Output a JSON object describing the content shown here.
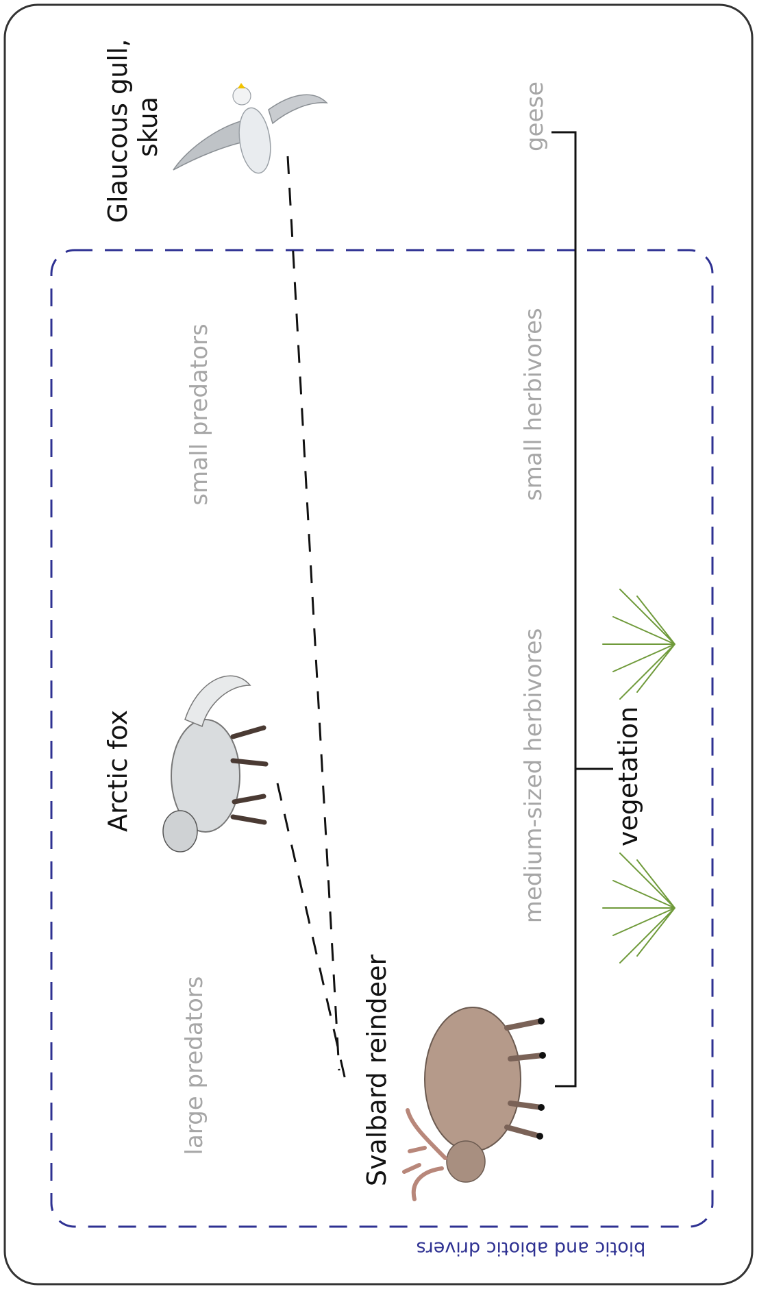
{
  "labels": {
    "gull": [
      "Glaucous gull,",
      "skua"
    ],
    "geese": "geese",
    "small_predators": "small predators",
    "small_herbivores": "small herbivores",
    "arctic_fox": "Arctic fox",
    "medium_herbivores": "medium-sized herbivores",
    "vegetation": "vegetation",
    "large_predators": "large predators",
    "reindeer": "Svalbard reindeer",
    "drivers": "biotic and abiotic drivers"
  },
  "colors": {
    "frame": "#333333",
    "drivers_box": "#2e3192",
    "grey_text": "#a6a6a6",
    "links": "#111111",
    "grass": "#6f9a3a"
  },
  "icons": [
    "gull-icon",
    "arctic-fox-icon",
    "reindeer-icon",
    "grass-icon"
  ]
}
